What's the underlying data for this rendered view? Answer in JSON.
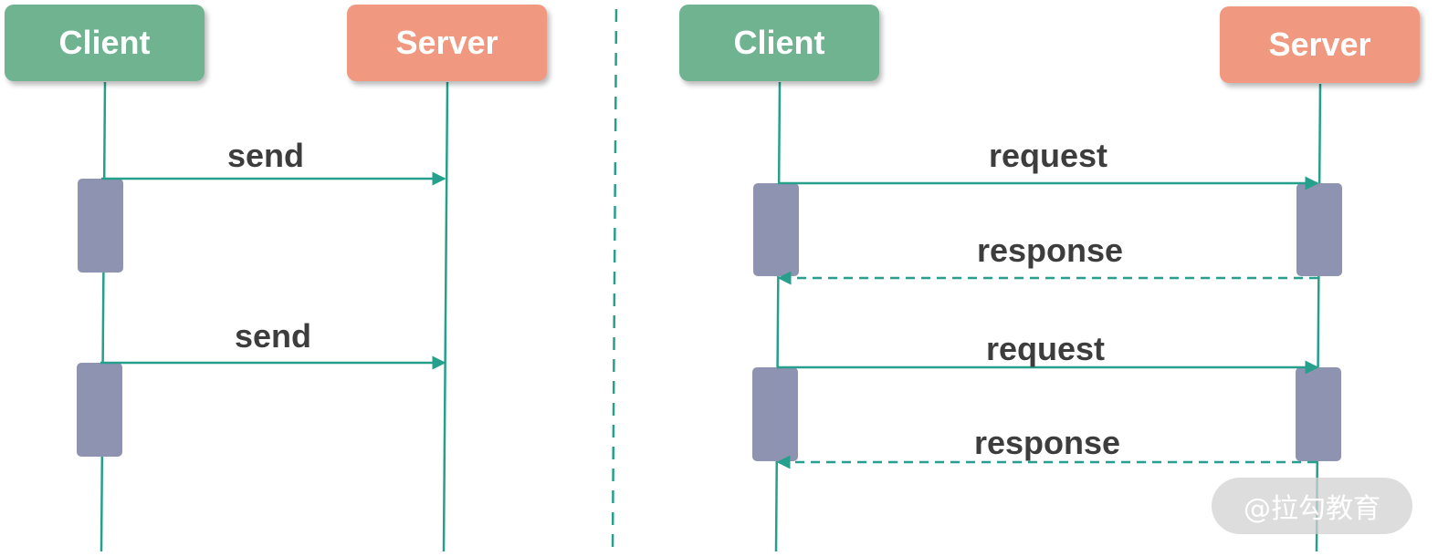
{
  "left_diagram": {
    "client_label": "Client",
    "server_label": "Server",
    "messages": [
      {
        "label": "send"
      },
      {
        "label": "send"
      }
    ]
  },
  "right_diagram": {
    "client_label": "Client",
    "server_label": "Server",
    "messages": [
      {
        "label": "request"
      },
      {
        "label": "response"
      },
      {
        "label": "request"
      },
      {
        "label": "response"
      }
    ]
  },
  "colors": {
    "line": "#26a08c",
    "activation": "#8e93b1",
    "client": "#6fb391",
    "server": "#f19980",
    "text": "#3d3d3d"
  },
  "watermark": "@拉勾教育"
}
